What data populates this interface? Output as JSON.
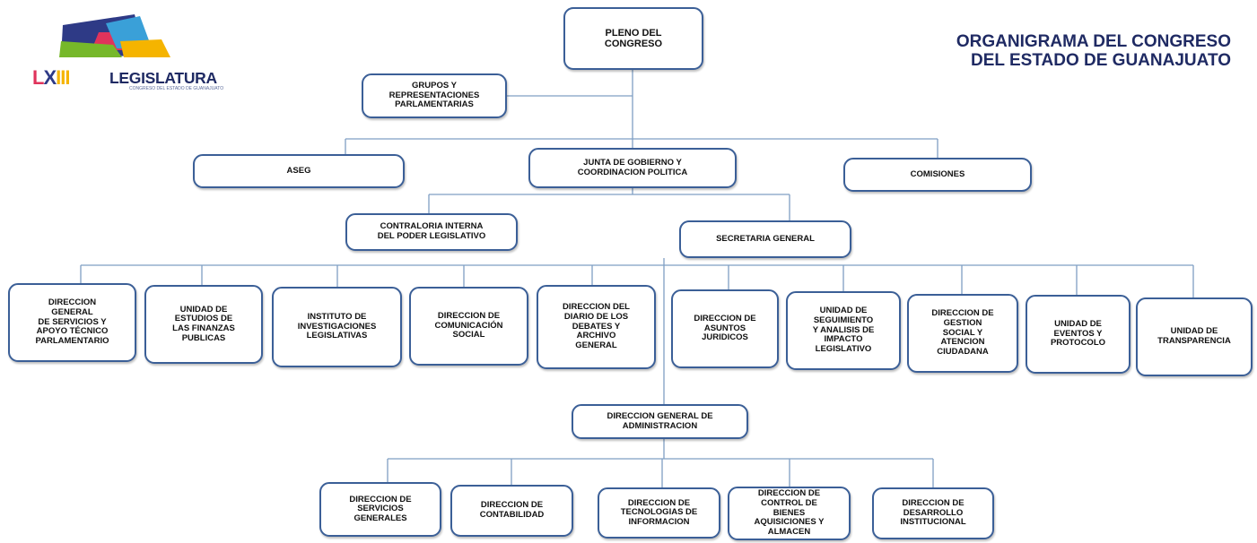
{
  "title": "ORGANIGRAMA DEL CONGRESO\nDEL ESTADO DE GUANAJUATO",
  "logo": {
    "text": "LEGISLATURA",
    "numeral": "LXIII",
    "subtitle": "CONGRESO DEL ESTADO DE GUANAJUATO",
    "colors": [
      "#2e3a86",
      "#e0335b",
      "#76b82a",
      "#f5b400",
      "#3aa0d8"
    ]
  },
  "colors": {
    "border": "#3b5f97",
    "line": "#7f9fc4",
    "title": "#1f2a63"
  },
  "boxes": {
    "pleno": "PLENO DEL\nCONGRESO",
    "grupos": "GRUPOS Y\nREPRESENTACIONES\nPARLAMENTARIAS",
    "aseg": "ASEG",
    "junta": "JUNTA DE GOBIERNO Y\nCOORDINACION POLITICA",
    "comisiones": "COMISIONES",
    "contraloria": "CONTRALORIA INTERNA\nDEL PODER LEGISLATIVO",
    "secretaria": "SECRETARIA GENERAL",
    "dg_servicios": "DIRECCION\nGENERAL\nDE SERVICIOS Y\nAPOYO TÉCNICO\nPARLAMENTARIO",
    "finanzas": "UNIDAD DE\nESTUDIOS DE\nLAS FINANZAS\nPUBLICAS",
    "instituto": "INSTITUTO DE\nINVESTIGACIONES\nLEGISLATIVAS",
    "comunicacion": "DIRECCION DE\nCOMUNICACIÓN\nSOCIAL",
    "diario": "DIRECCION DEL\nDIARIO DE LOS\nDEBATES Y\nARCHIVO\nGENERAL",
    "juridicos": "DIRECCION DE\nASUNTOS\nJURIDICOS",
    "seguimiento": "UNIDAD DE\nSEGUIMIENTO\nY ANALISIS DE\nIMPACTO\nLEGISLATIVO",
    "gestion": "DIRECCION DE\nGESTION\nSOCIAL Y\nATENCION\nCIUDADANA",
    "eventos": "UNIDAD DE\nEVENTOS Y\nPROTOCOLO",
    "transparencia": "UNIDAD DE\nTRANSPARENCIA",
    "dg_admin": "DIRECCION GENERAL DE\nADMINISTRACION",
    "serv_generales": "DIRECCION DE\nSERVICIOS\nGENERALES",
    "contabilidad": "DIRECCION DE\nCONTABILIDAD",
    "tecnologias": "DIRECCION DE\nTECNOLOGIAS DE\nINFORMACION",
    "control_bienes": "DIRECCION DE\nCONTROL DE\nBIENES\nAQUISICIONES Y\nALMACEN",
    "desarrollo": "DIRECCION DE\nDESARROLLO\nINSTITUCIONAL"
  }
}
